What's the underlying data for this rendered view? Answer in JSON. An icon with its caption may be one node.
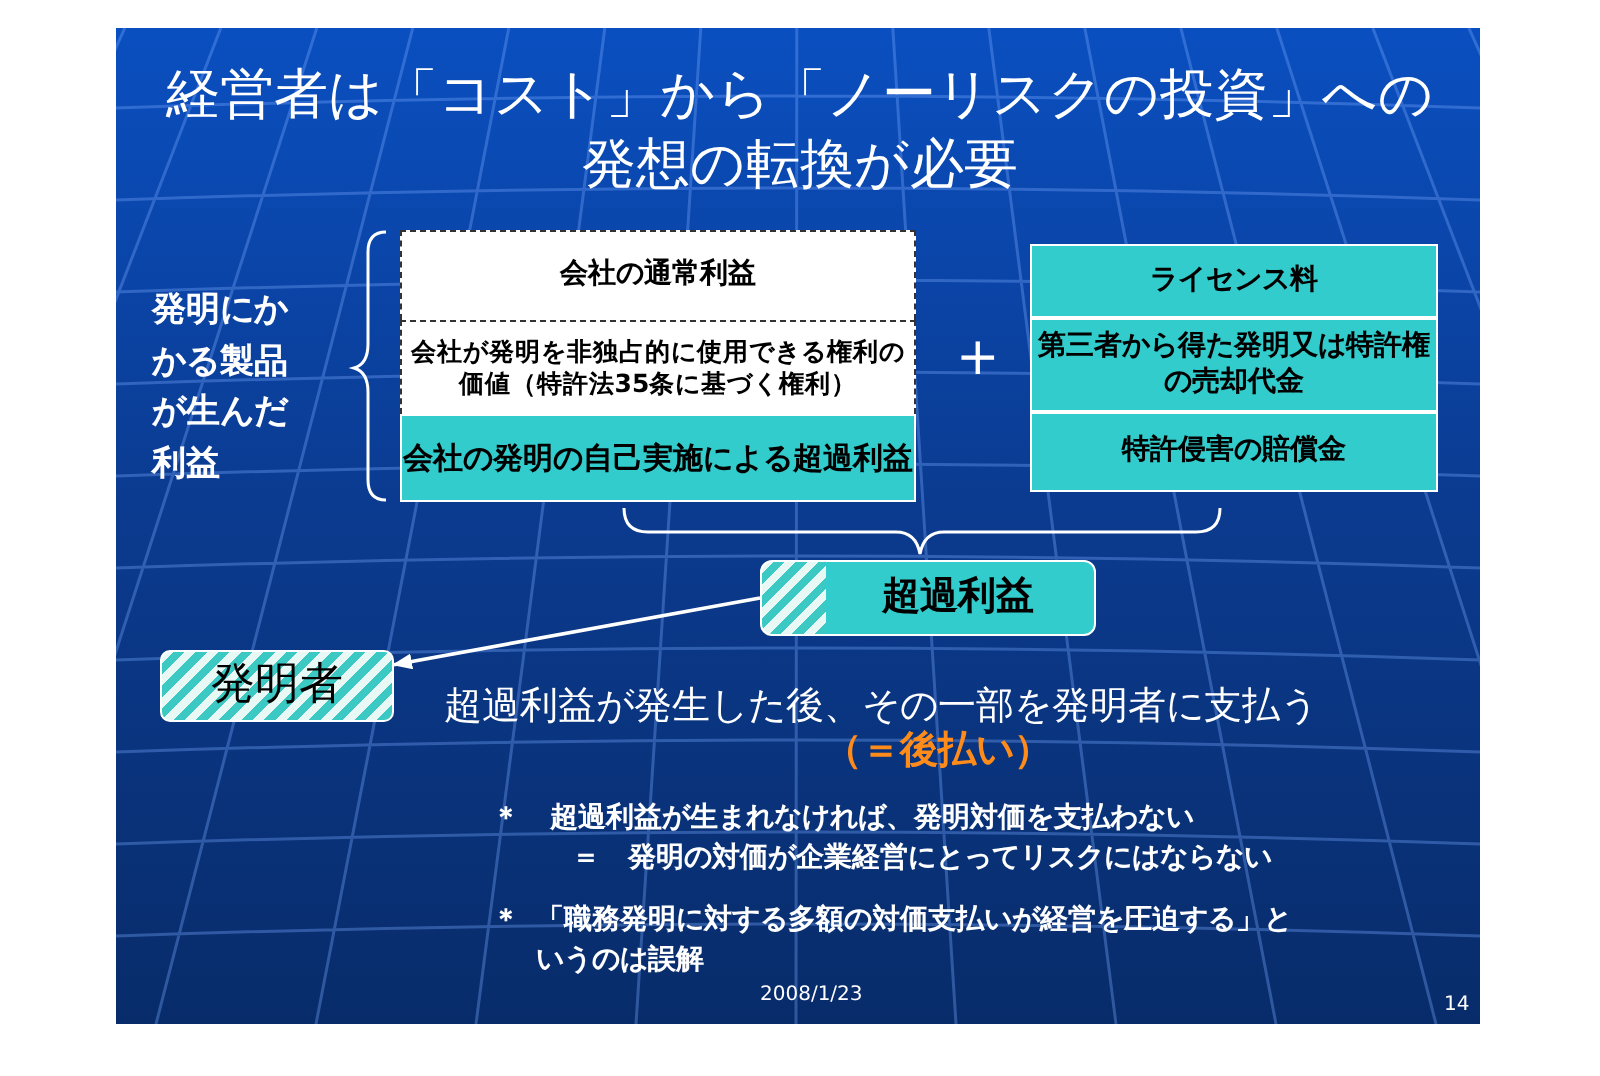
{
  "diagram": {
    "title": "経営者は「コスト」から「ノーリスクの投資」への発想の転換が必要",
    "nodes": [
      {
        "text": [
          "会社の通常利益"
        ]
      },
      {
        "text": [
          "会社が発明を非独占的に使用できる権利の価値（特許法35条に基づく権利）"
        ]
      },
      {
        "text": [
          "会社の発明の自己実施による超過利益"
        ]
      },
      {
        "text": [
          "ライセンス料"
        ]
      },
      {
        "text": [
          "第三者から得た発明又は特許権の売却代金"
        ]
      },
      {
        "text": [
          "特許侵害の賠償金"
        ]
      },
      {
        "text": [
          "超過利益"
        ]
      },
      {
        "text": [
          "発明者"
        ]
      }
    ],
    "edges": [
      {
        "from": 6,
        "to": 7,
        "arrow": "to"
      }
    ],
    "labels": [
      "発明にかかる製品が生んだ利益",
      "+",
      "超過利益が発生した後、その一部を発明者に支払う",
      "（＝後払い）",
      "＊",
      "超過利益が生まれなければ、発明対価を支払わない",
      "＝　発明の対価が企業経営にとってリスクにはならない",
      "＊",
      "「職務発明に対する多額の対価支払いが経営を圧迫する」というのは誤解",
      "2008/1/23",
      "14"
    ]
  }
}
